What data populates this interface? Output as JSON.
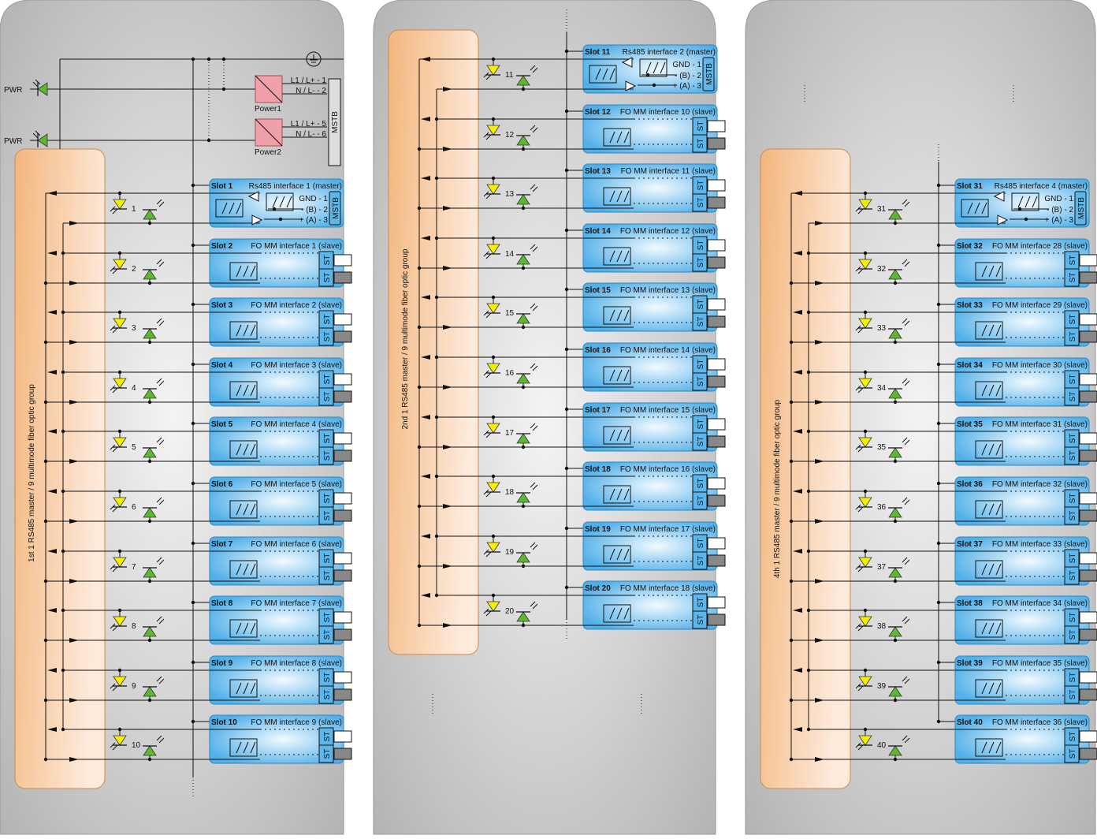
{
  "power": {
    "pwr1": "PWR",
    "pwr2": "PWR",
    "p1_l": "L1 / L+ - 1",
    "p1_n": "N / L- - 2",
    "p1_name": "Power1",
    "p2_l": "L1 / L+ - 5",
    "p2_n": "N / L- - 6",
    "p2_name": "Power2",
    "mstb": "MSTB"
  },
  "terminals": {
    "gnd": "GND - 1",
    "b": "- (B) - 2",
    "a": "+ (A) - 3",
    "mstb": "MSTB",
    "st": "ST"
  },
  "panels": [
    {
      "group_label": "1st 1 RS485 master / 9 multimode fiber optic group",
      "slots": [
        {
          "slot": "Slot 1",
          "name": "Rs485 interface 1 (master)",
          "led": "1"
        },
        {
          "slot": "Slot 2",
          "name": "FO MM interface 1 (slave)",
          "led": "2"
        },
        {
          "slot": "Slot 3",
          "name": "FO MM interface 2 (slave)",
          "led": "3"
        },
        {
          "slot": "Slot 4",
          "name": "FO MM interface 3 (slave)",
          "led": "4"
        },
        {
          "slot": "Slot 5",
          "name": "FO MM interface 4 (slave)",
          "led": "5"
        },
        {
          "slot": "Slot 6",
          "name": "FO MM interface 5 (slave)",
          "led": "6"
        },
        {
          "slot": "Slot 7",
          "name": "FO MM interface 6 (slave)",
          "led": "7"
        },
        {
          "slot": "Slot 8",
          "name": "FO MM interface 7 (slave)",
          "led": "8"
        },
        {
          "slot": "Slot 9",
          "name": "FO MM interface 8 (slave)",
          "led": "9"
        },
        {
          "slot": "Slot 10",
          "name": "FO MM interface 9 (slave)",
          "led": "10"
        }
      ]
    },
    {
      "group_label": "2nd 1 RS485 master / 9 multimode fiber optic group",
      "slots": [
        {
          "slot": "Slot 11",
          "name": "Rs485 interface 2 (master)",
          "led": "11"
        },
        {
          "slot": "Slot 12",
          "name": "FO MM interface 10 (slave)",
          "led": "12"
        },
        {
          "slot": "Slot 13",
          "name": "FO MM interface 11 (slave)",
          "led": "13"
        },
        {
          "slot": "Slot 14",
          "name": "FO MM interface 12 (slave)",
          "led": "14"
        },
        {
          "slot": "Slot 15",
          "name": "FO MM interface 13 (slave)",
          "led": "15"
        },
        {
          "slot": "Slot 16",
          "name": "FO MM interface 14 (slave)",
          "led": "16"
        },
        {
          "slot": "Slot 17",
          "name": "FO MM interface 15 (slave)",
          "led": "17"
        },
        {
          "slot": "Slot 18",
          "name": "FO MM interface 16 (slave)",
          "led": "18"
        },
        {
          "slot": "Slot 19",
          "name": "FO MM interface 17 (slave)",
          "led": "19"
        },
        {
          "slot": "Slot 20",
          "name": "FO MM interface 18 (slave)",
          "led": "20"
        }
      ]
    },
    {
      "group_label": "4th 1 RS485 master / 9 multimode fiber optic group",
      "slots": [
        {
          "slot": "Slot 31",
          "name": "Rs485 interface 4 (master)",
          "led": "31"
        },
        {
          "slot": "Slot 32",
          "name": "FO MM interface 28 (slave)",
          "led": "32"
        },
        {
          "slot": "Slot 33",
          "name": "FO MM interface 29 (slave)",
          "led": "33"
        },
        {
          "slot": "Slot 34",
          "name": "FO MM interface 30 (slave)",
          "led": "34"
        },
        {
          "slot": "Slot 35",
          "name": "FO MM interface 31 (slave)",
          "led": "35"
        },
        {
          "slot": "Slot 36",
          "name": "FO MM interface 32 (slave)",
          "led": "36"
        },
        {
          "slot": "Slot 37",
          "name": "FO MM interface 33 (slave)",
          "led": "37"
        },
        {
          "slot": "Slot 38",
          "name": "FO MM interface 34 (slave)",
          "led": "38"
        },
        {
          "slot": "Slot 39",
          "name": "FO MM interface 35 (slave)",
          "led": "39"
        },
        {
          "slot": "Slot 40",
          "name": "FO MM interface 36 (slave)",
          "led": "40"
        }
      ]
    }
  ],
  "colors": {
    "slot_fill": "#5cb6ea",
    "group_fill": "#f6c28f",
    "led_yellow": "#f5f000",
    "led_green": "#5cb82e",
    "power_fill": "#f0a0a8"
  }
}
